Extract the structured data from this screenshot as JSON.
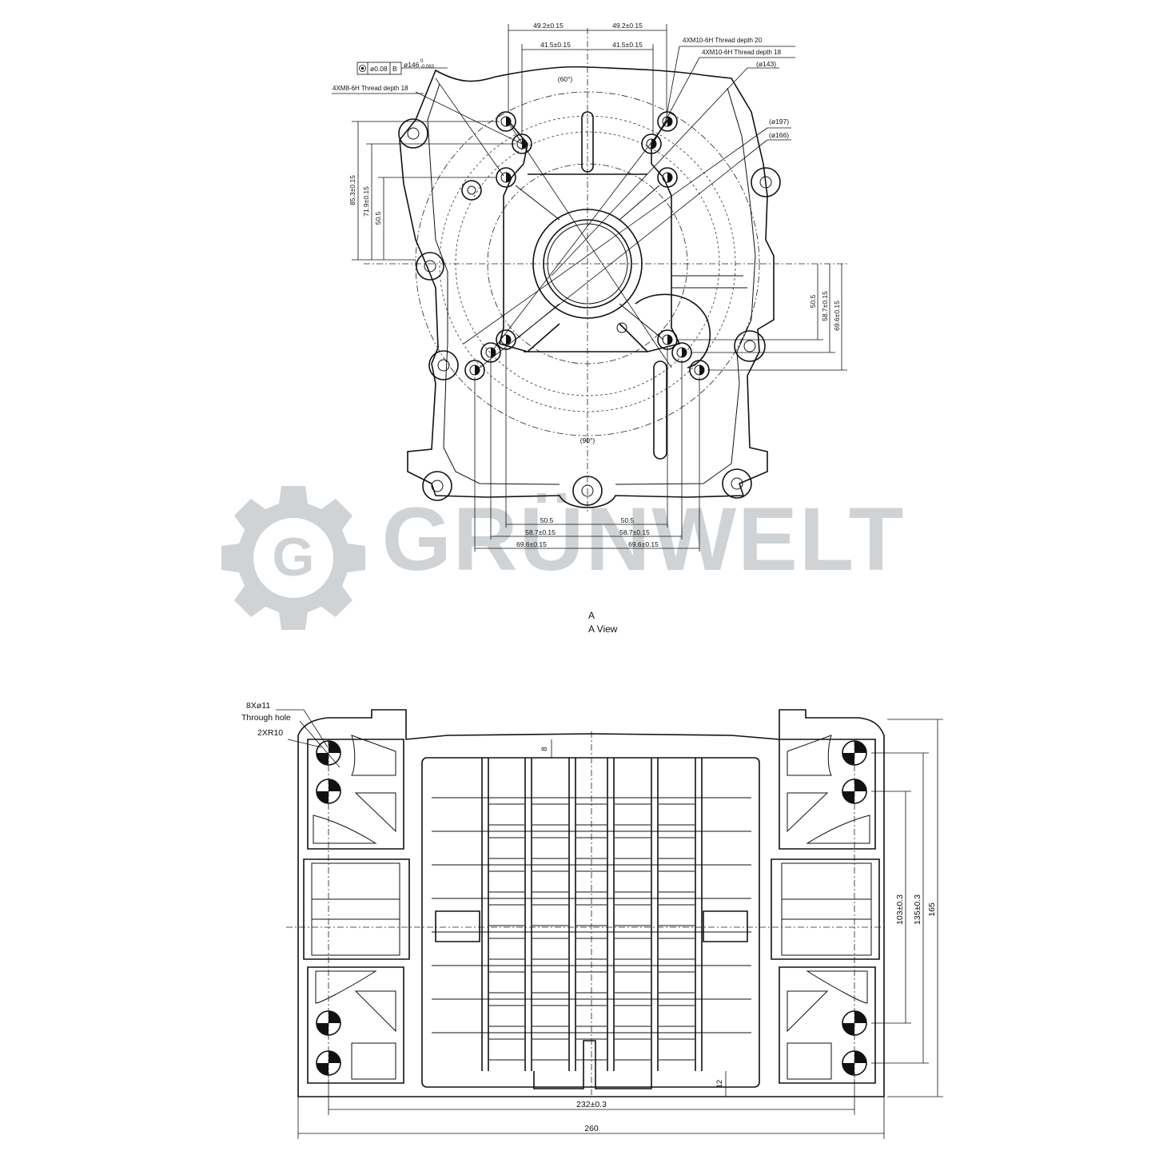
{
  "watermark": {
    "text": "GRÜNWELT",
    "logo_letter": "G",
    "color": "#cfd3d5"
  },
  "view_a": {
    "labels": {
      "d1": "49.2±0.15",
      "d2": "49.2±0.15",
      "d3": "41.5±0.15",
      "d4": "41.5±0.15",
      "thread20": "4XM10-6H Thread depth 20",
      "thread18": "4XM10-6H Thread depth 18",
      "m8": "4XM8-6H Thread depth 18",
      "tol_value": "ø0.08",
      "tol_datum": "B",
      "bore": "ø146",
      "bore_tol_up": "0",
      "bore_tol_low": "-0.063",
      "d143": "(ø143)",
      "d197": "(ø197)",
      "d166": "(ø166)",
      "angle60": "(60°)",
      "angle90": "(90°)",
      "v85": "85.3±0.15",
      "v71": "71.9±0.15",
      "v50": "50.5",
      "r50": "50.5",
      "r58": "58.7±0.15",
      "r69": "69.6±0.15",
      "b50l": "50.5",
      "b50r": "50.5",
      "b58l": "58.7±0.15",
      "b58r": "58.7±0.15",
      "b69l": "69.6±0.15",
      "b69r": "69.6±0.15"
    },
    "caption_letter": "A",
    "caption": "A  View"
  },
  "bottom_view": {
    "labels": {
      "holes": "8Xø11",
      "through": "Through  hole",
      "radius": "2XR10",
      "dim8": "8",
      "dim12": "12",
      "dim103": "103±0.3",
      "dim135": "135±0.3",
      "dim165": "165",
      "dim232": "232±0.3",
      "dim260": "260"
    }
  }
}
